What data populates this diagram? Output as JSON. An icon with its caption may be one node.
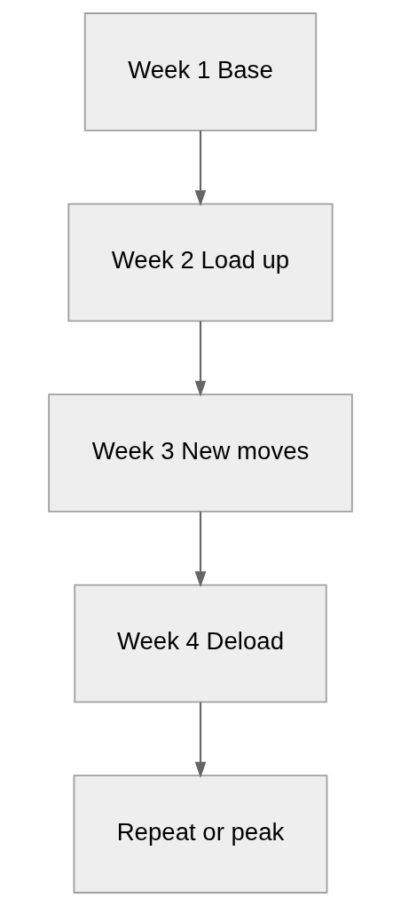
{
  "diagram": {
    "nodes": [
      {
        "text": [
          "Week 1 Base"
        ]
      },
      {
        "text": [
          "Week 2 Load up"
        ]
      },
      {
        "text": [
          "Week 3 New moves"
        ]
      },
      {
        "text": [
          "Week 4 Deload"
        ]
      },
      {
        "text": [
          "Repeat or peak"
        ]
      }
    ],
    "edges": [
      {
        "from": 0,
        "to": 1,
        "arrow": "to"
      },
      {
        "from": 1,
        "to": 2,
        "arrow": "to"
      },
      {
        "from": 2,
        "to": 3,
        "arrow": "to"
      },
      {
        "from": 3,
        "to": 4,
        "arrow": "to"
      }
    ]
  }
}
